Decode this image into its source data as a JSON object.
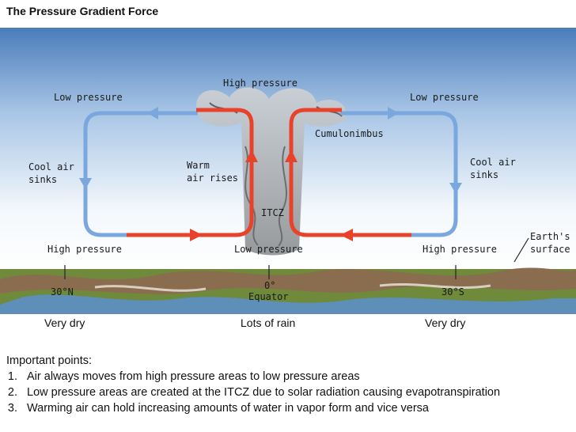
{
  "title": "The Pressure Gradient Force",
  "diagram": {
    "labels": {
      "high_pressure_top": "High pressure",
      "low_pressure_left": "Low pressure",
      "low_pressure_right": "Low pressure",
      "cumulonimbus": "Cumulonimbus",
      "cool_air_left": "Cool air\nsinks",
      "warm_air": "Warm\nair rises",
      "cool_air_right": "Cool air\nsinks",
      "itcz": "ITCZ",
      "high_pressure_left": "High pressure",
      "low_pressure_bottom": "Low pressure",
      "high_pressure_right": "High pressure",
      "earths_surface": "Earth's\nsurface",
      "lat_30n": "30°N",
      "lat_0": "0°",
      "equator": "Equator",
      "lat_30s": "30°S"
    },
    "colors": {
      "warm_flow": "#e8432a",
      "cool_flow": "#7aa7dd",
      "sky_top": "#4d7fbd",
      "sky_bottom": "#ffffff",
      "land": "#6f8a3a",
      "water": "#5a8fd0"
    }
  },
  "zones": {
    "left": "Very dry",
    "center": "Lots of rain",
    "right": "Very dry"
  },
  "points": {
    "heading": "Important points:",
    "items": [
      "Air always moves from high pressure areas to low pressure areas",
      "Low pressure areas are created at the ITCZ due to solar radiation causing evapotranspiration",
      "Warming air can hold increasing amounts of water in vapor form and vice versa"
    ]
  }
}
